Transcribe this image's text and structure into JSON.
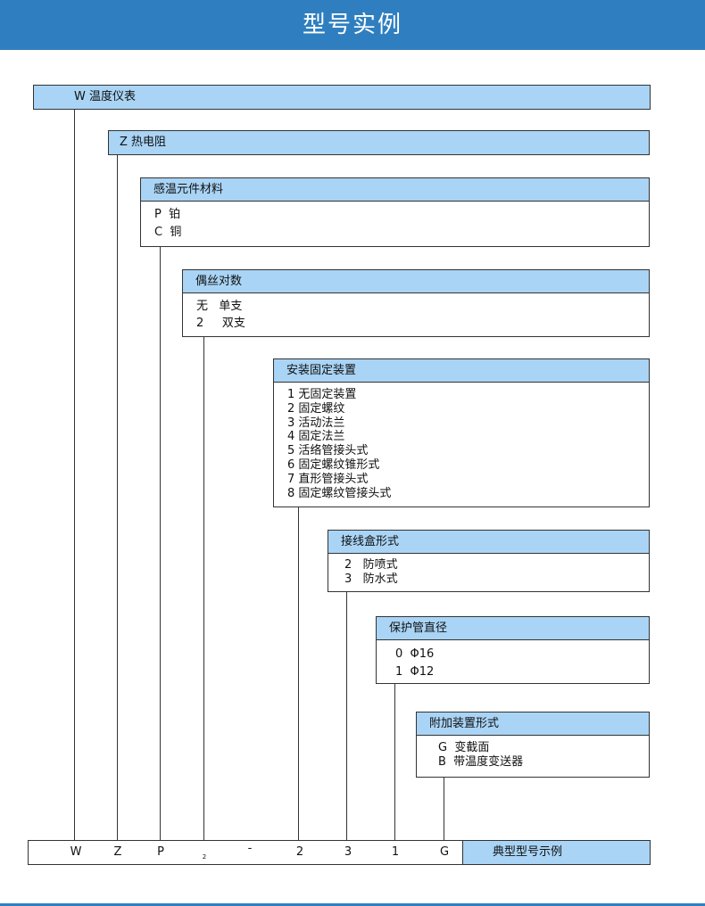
{
  "title": "型号实例",
  "levels": {
    "w": "W 温度仪表",
    "z": "Z  热电阻"
  },
  "sections": {
    "material": {
      "header": "感温元件材料",
      "items": [
        "P  铂",
        "C  铜"
      ]
    },
    "pairs": {
      "header": "偶丝对数",
      "items": [
        "无   单支",
        "2     双支"
      ]
    },
    "mount": {
      "header": "安装固定装置",
      "items": [
        "1 无固定装置",
        "2 固定螺纹",
        "3 活动法兰",
        "4 固定法兰",
        "5 活络管接头式",
        "6 固定螺纹锥形式",
        "7 直形管接头式",
        "8 固定螺纹管接头式"
      ]
    },
    "junction": {
      "header": "接线盒形式",
      "items": [
        "2   防喷式",
        "3   防水式"
      ]
    },
    "diameter": {
      "header": "保护管直径",
      "items": [
        "0  Φ16",
        "1  Φ12"
      ]
    },
    "extra": {
      "header": "附加装置形式",
      "items": [
        "G  变截面",
        "B  带温度变送器"
      ]
    }
  },
  "example": {
    "codes": [
      "W",
      "Z",
      "P",
      "2",
      "-",
      "2",
      "3",
      "1",
      "G"
    ],
    "label": "典型型号示例"
  }
}
